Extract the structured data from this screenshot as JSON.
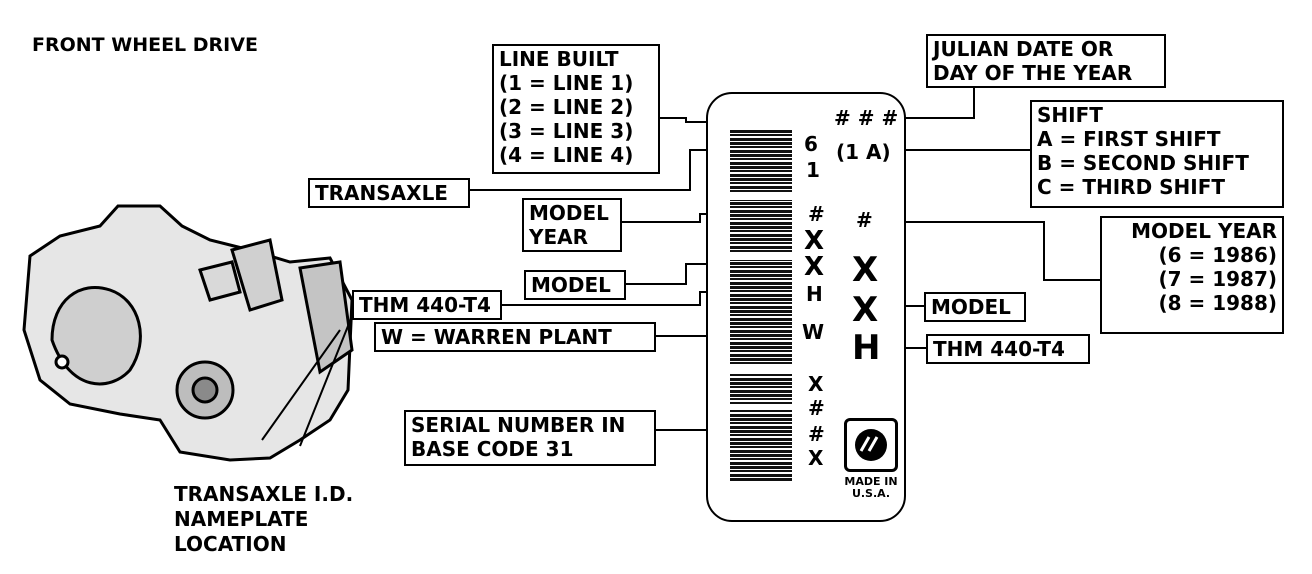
{
  "title": "FRONT WHEEL DRIVE",
  "location_label": [
    "TRANSAXLE I.D.",
    "NAMEPLATE",
    "LOCATION"
  ],
  "callouts": {
    "line_built": [
      "LINE BUILT",
      "(1  =  LINE 1)",
      "(2  =  LINE 2)",
      "(3  =  LINE 3)",
      "(4  =  LINE 4)"
    ],
    "transaxle": "TRANSAXLE",
    "model_year_left": [
      "MODEL",
      "YEAR"
    ],
    "model_left": "MODEL",
    "thm_left": "THM 440-T4",
    "warren": "W  =  WARREN PLANT",
    "serial": [
      "SERIAL NUMBER IN",
      "BASE CODE 31"
    ],
    "julian": [
      "JULIAN DATE OR",
      "DAY OF THE YEAR"
    ],
    "shift": [
      "SHIFT",
      "A = FIRST SHIFT",
      "B = SECOND SHIFT",
      "C = THIRD SHIFT"
    ],
    "model_year_right": [
      "MODEL YEAR",
      "(6  =  1986)",
      "(7  =  1987)",
      "(8  =  1988)"
    ],
    "model_right": "MODEL",
    "thm_right": "THM 440-T4"
  },
  "plate": {
    "hash3": "# # #",
    "shift_code": "(1  A)",
    "line_codes": [
      "6",
      "1"
    ],
    "year_hash": "#",
    "left_codes": [
      "#",
      "X",
      "X",
      "H"
    ],
    "w_code": "W",
    "serial_codes": [
      "X",
      "#",
      "#",
      "X"
    ],
    "right_year": "#",
    "right_codes": [
      "X",
      "X",
      "H"
    ],
    "made_in": [
      "MADE IN",
      "U.S.A."
    ]
  }
}
